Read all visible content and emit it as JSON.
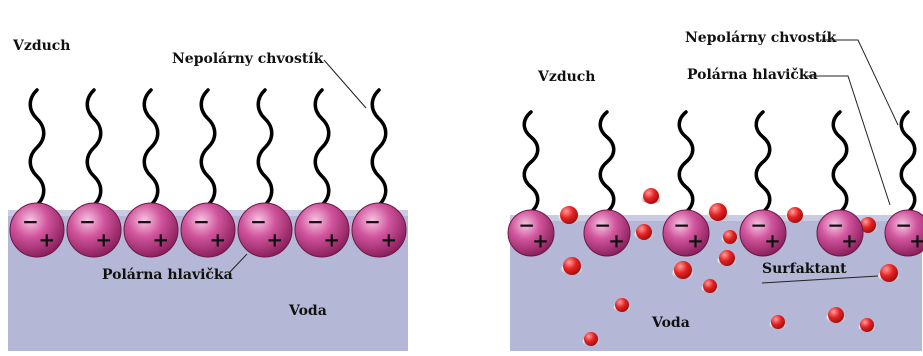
{
  "left_panel": {
    "air_label": "Vzduch",
    "water_label": "Voda",
    "tail_label": "Nepolárny chvostík",
    "head_label": "Polárna hlavička",
    "molecule_count": 7
  },
  "right_panel": {
    "air_label": "Vzduch",
    "water_label": "Voda",
    "tail_label": "Nepolárny chvostík",
    "head_label": "Polárna hlavička",
    "surfactant_label": "Surfaktant",
    "molecule_count": 6
  },
  "charges": {
    "negative": "−",
    "positive": "+"
  },
  "colors": {
    "water": "#b4b8d6",
    "air": "#ffffff",
    "head": "#c43f8c",
    "head_highlight": "#f3b8dc",
    "tail": "#000000",
    "water_molecule": "#e01b1b"
  }
}
